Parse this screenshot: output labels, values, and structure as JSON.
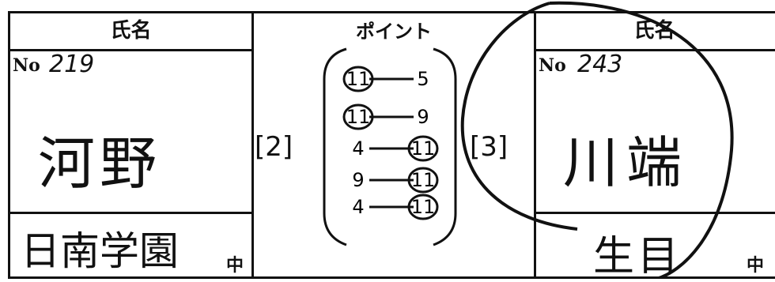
{
  "left": {
    "name_header": "氏名",
    "no_label": "No",
    "no_value": "219",
    "name": "河野",
    "school": "日南学園",
    "school_suffix": "中"
  },
  "center": {
    "header": "ポイント",
    "left_score": "[2]",
    "right_score": "[3]",
    "points": [
      {
        "left": "11",
        "right": "5",
        "winner": "left"
      },
      {
        "left": "11",
        "right": "9",
        "winner": "left"
      },
      {
        "left": "4",
        "right": "11",
        "winner": "right"
      },
      {
        "left": "9",
        "right": "11",
        "winner": "right"
      },
      {
        "left": "4",
        "right": "11",
        "winner": "right"
      }
    ]
  },
  "right": {
    "name_header": "氏名",
    "no_label": "No",
    "no_value": "243",
    "name": "川端",
    "school": "生目",
    "school_suffix": "中"
  }
}
